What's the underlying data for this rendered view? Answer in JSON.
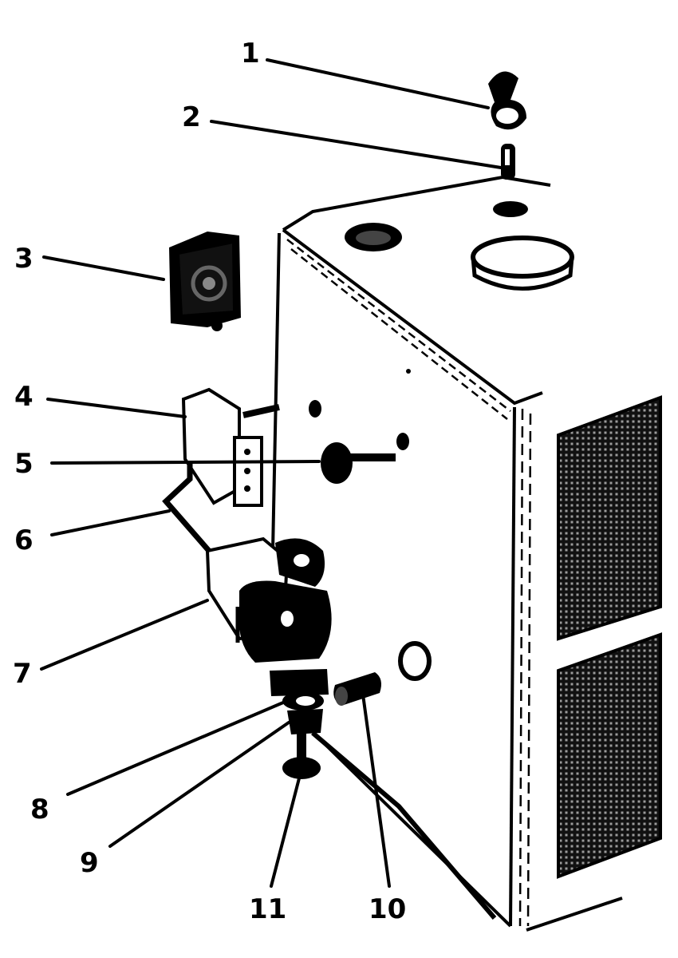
{
  "callouts": [
    {
      "id": "1",
      "label": "1"
    },
    {
      "id": "2",
      "label": "2"
    },
    {
      "id": "3",
      "label": "3"
    },
    {
      "id": "4",
      "label": "4"
    },
    {
      "id": "5",
      "label": "5"
    },
    {
      "id": "6",
      "label": "6"
    },
    {
      "id": "7",
      "label": "7"
    },
    {
      "id": "8",
      "label": "8"
    },
    {
      "id": "9",
      "label": "9"
    },
    {
      "id": "10",
      "label": "10"
    },
    {
      "id": "11",
      "label": "11"
    }
  ],
  "colors": {
    "ink": "#000000",
    "paper": "#ffffff",
    "grille": "#1a1a1a"
  }
}
